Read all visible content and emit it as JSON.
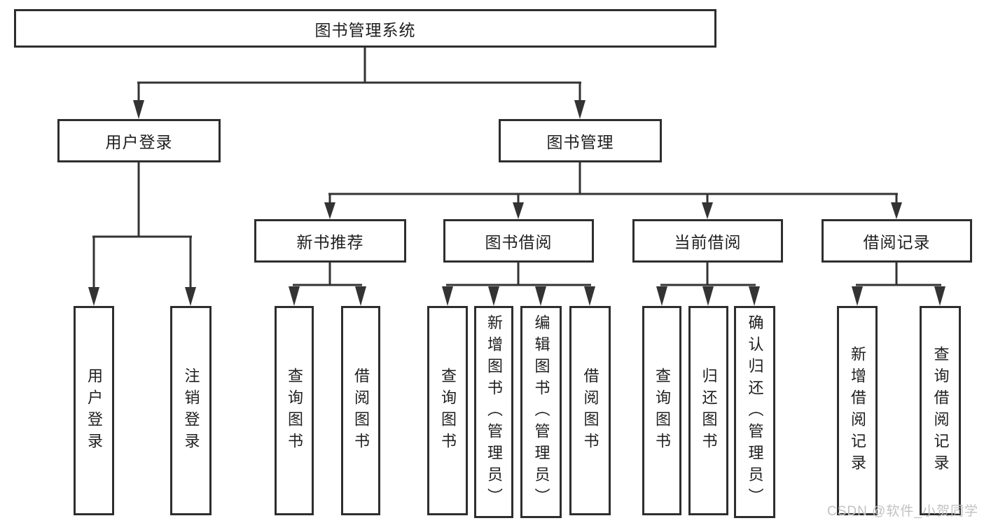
{
  "diagram": {
    "type": "tree-diagram",
    "root": "图书管理系统",
    "level2": [
      "用户登录",
      "图书管理"
    ],
    "level3": [
      "新书推荐",
      "图书借阅",
      "当前借阅",
      "借阅记录"
    ],
    "leaves": {
      "login": [
        "用户登录",
        "注销登录"
      ],
      "recommend": [
        "查询图书",
        "借阅图书"
      ],
      "borrow": [
        "查询图书",
        "新增图书（管理员）",
        "编辑图书（管理员）",
        "借阅图书"
      ],
      "current": [
        "查询图书",
        "归还图书",
        "确认归还（管理员）"
      ],
      "records": [
        "新增借阅记录",
        "查询借阅记录"
      ]
    }
  },
  "watermark": "CSDN @软件_小贺同学",
  "colors": {
    "line": "#333333",
    "box_border": "#2e2e2e",
    "box_background": "#ffffff",
    "text": "#1f1f1f",
    "watermark": "#c2c2c2"
  }
}
